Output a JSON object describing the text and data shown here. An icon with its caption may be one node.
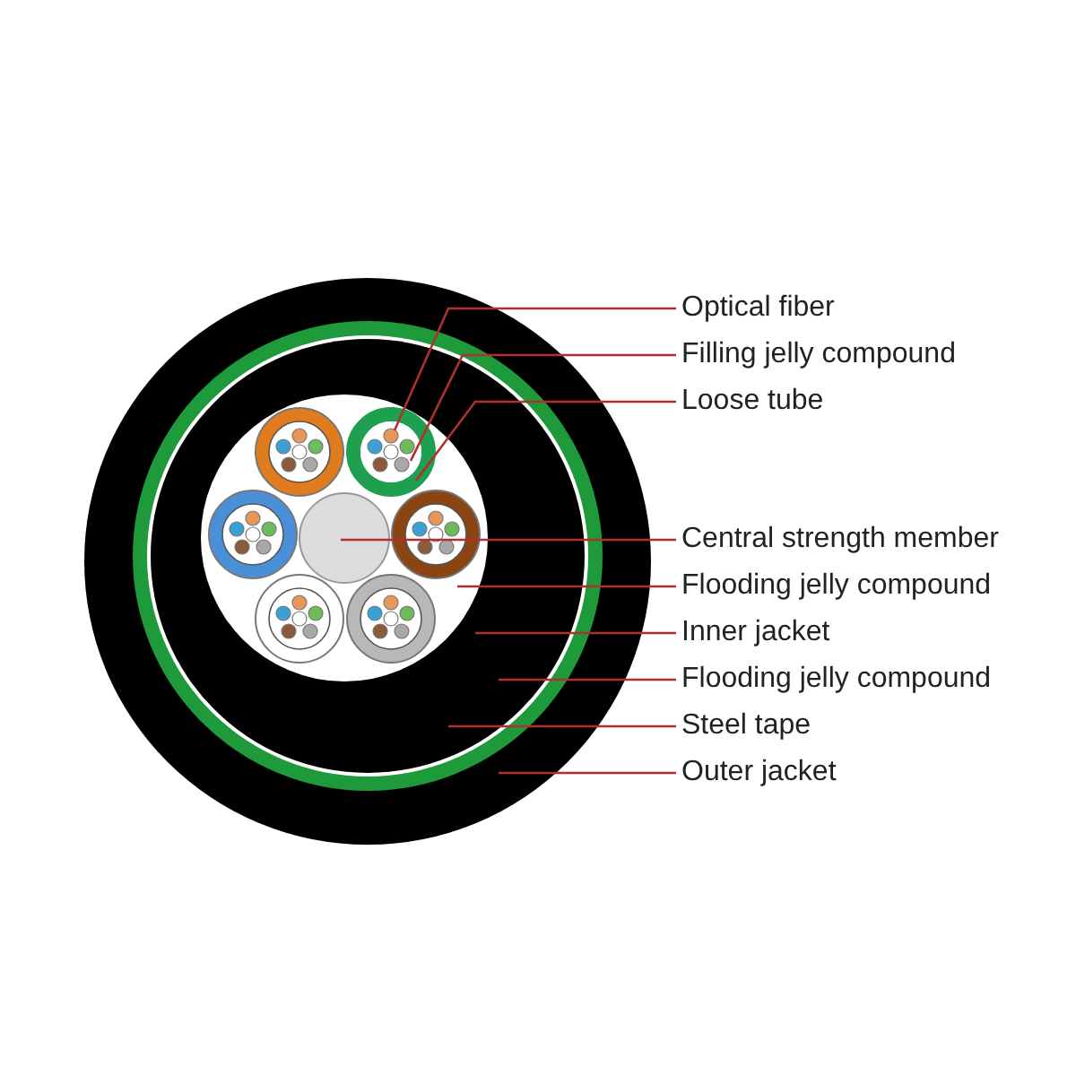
{
  "diagram": {
    "nodes": [
      {
        "text": [
          "Optical fiber"
        ]
      },
      {
        "text": [
          "Filling jelly compound"
        ]
      },
      {
        "text": [
          "Loose tube"
        ]
      },
      {
        "text": [
          "Central strength member"
        ]
      },
      {
        "text": [
          "Flooding jelly compound"
        ]
      },
      {
        "text": [
          "Inner jacket"
        ]
      },
      {
        "text": [
          "Flooding jelly compound"
        ]
      },
      {
        "text": [
          "Steel tape"
        ]
      },
      {
        "text": [
          "Outer jacket"
        ]
      },
      {
        "text": [],
        "shape": "circle",
        "in": 10
      },
      {
        "text": [],
        "shape": "circle",
        "in": 11
      },
      {
        "text": [],
        "shape": "circle",
        "in": 13
      },
      {
        "text": [],
        "shape": "circle",
        "in": 13
      },
      {
        "text": [],
        "shape": "circle",
        "in": 14
      },
      {
        "text": [],
        "shape": "circle",
        "in": 15
      },
      {
        "text": [],
        "shape": "circle",
        "in": 16
      },
      {
        "text": [],
        "shape": "circle",
        "in": 17
      },
      {
        "text": [],
        "shape": "circle"
      }
    ],
    "edges": [
      {
        "from": 0,
        "to": 9,
        "arrow": "none"
      },
      {
        "from": 1,
        "to": 10,
        "arrow": "none"
      },
      {
        "from": 2,
        "to": 11,
        "arrow": "none"
      },
      {
        "from": 3,
        "to": 12,
        "arrow": "none"
      },
      {
        "from": 4,
        "to": 13,
        "arrow": "none"
      },
      {
        "from": 5,
        "to": 14,
        "arrow": "none"
      },
      {
        "from": 6,
        "to": 15,
        "arrow": "none"
      },
      {
        "from": 7,
        "to": 16,
        "arrow": "none"
      },
      {
        "from": 8,
        "to": 17,
        "arrow": "none"
      }
    ]
  }
}
